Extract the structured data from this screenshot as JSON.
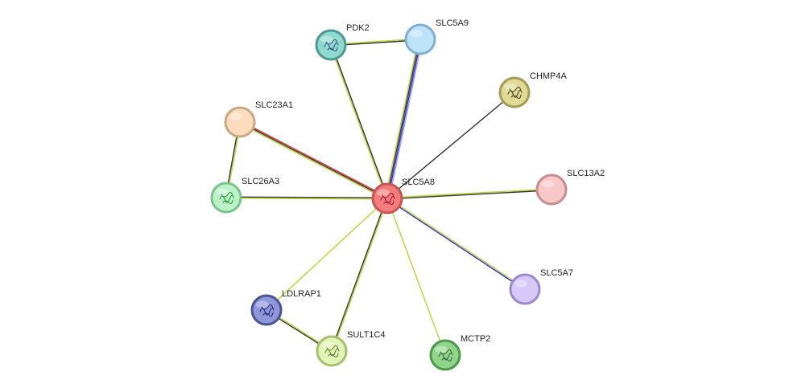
{
  "network": {
    "nodes": [
      {
        "id": "SLC5A8",
        "label": "SLC5A8",
        "fill": "#f47c7c",
        "stroke": "#c85353",
        "glyph": "protein-structure-icon",
        "glyph_color": "#9a1e3a"
      },
      {
        "id": "PDK2",
        "label": "PDK2",
        "fill": "#8fd9cf",
        "stroke": "#4a9a90",
        "glyph": "protein-structure-icon",
        "glyph_color": "#3b5a8a"
      },
      {
        "id": "SLC5A9",
        "label": "SLC5A9",
        "fill": "#bfe3f8",
        "stroke": "#7fb0d0",
        "glyph": "",
        "glyph_color": ""
      },
      {
        "id": "CHMP4A",
        "label": "CHMP4A",
        "fill": "#e0da96",
        "stroke": "#a29c55",
        "glyph": "protein-structure-icon",
        "glyph_color": "#4a4a2a"
      },
      {
        "id": "SLC23A1",
        "label": "SLC23A1",
        "fill": "#fddcbd",
        "stroke": "#c9a886",
        "glyph": "",
        "glyph_color": ""
      },
      {
        "id": "SLC26A3",
        "label": "SLC26A3",
        "fill": "#bdf2c9",
        "stroke": "#78c48a",
        "glyph": "protein-structure-icon",
        "glyph_color": "#2a9a3e"
      },
      {
        "id": "SLC13A2",
        "label": "SLC13A2",
        "fill": "#f8c8c8",
        "stroke": "#c88c8c",
        "glyph": "",
        "glyph_color": ""
      },
      {
        "id": "SLC5A7",
        "label": "SLC5A7",
        "fill": "#d6c8f8",
        "stroke": "#9d88cf",
        "glyph": "",
        "glyph_color": ""
      },
      {
        "id": "LDLRAP1",
        "label": "LDLRAP1",
        "fill": "#8e97d8",
        "stroke": "#4a5296",
        "glyph": "protein-structure-icon",
        "glyph_color": "#2a2f7a"
      },
      {
        "id": "SULT1C4",
        "label": "SULT1C4",
        "fill": "#e3f5b6",
        "stroke": "#a6c070",
        "glyph": "protein-structure-icon",
        "glyph_color": "#6a7a3a"
      },
      {
        "id": "MCTP2",
        "label": "MCTP2",
        "fill": "#8fd68a",
        "stroke": "#4a9a48",
        "glyph": "protein-structure-icon",
        "glyph_color": "#3a6a3a"
      }
    ],
    "edges": [
      {
        "source": "SLC5A8",
        "target": "PDK2",
        "colors": [
          "#b8d530",
          "#333333"
        ]
      },
      {
        "source": "SLC5A8",
        "target": "SLC5A9",
        "colors": [
          "#b8d530",
          "#333333",
          "#3030d8",
          "#a0a0ee"
        ]
      },
      {
        "source": "SLC5A8",
        "target": "CHMP4A",
        "colors": [
          "#333333"
        ]
      },
      {
        "source": "SLC5A8",
        "target": "SLC23A1",
        "colors": [
          "#b8d530",
          "#333333",
          "#e03030"
        ]
      },
      {
        "source": "SLC5A8",
        "target": "SLC26A3",
        "colors": [
          "#b8d530",
          "#333333"
        ]
      },
      {
        "source": "SLC5A8",
        "target": "SLC13A2",
        "colors": [
          "#b8d530",
          "#333333"
        ]
      },
      {
        "source": "SLC5A8",
        "target": "SLC5A7",
        "colors": [
          "#b8d530",
          "#3030d8"
        ]
      },
      {
        "source": "SLC5A8",
        "target": "LDLRAP1",
        "colors": [
          "#b8d530"
        ]
      },
      {
        "source": "SLC5A8",
        "target": "SULT1C4",
        "colors": [
          "#b8d530",
          "#333333"
        ]
      },
      {
        "source": "SLC5A8",
        "target": "MCTP2",
        "colors": [
          "#b8d530"
        ]
      },
      {
        "source": "PDK2",
        "target": "SLC5A9",
        "colors": [
          "#b8d530",
          "#333333"
        ]
      },
      {
        "source": "SLC23A1",
        "target": "SLC26A3",
        "colors": [
          "#b8d530",
          "#333333"
        ]
      },
      {
        "source": "LDLRAP1",
        "target": "SULT1C4",
        "colors": [
          "#b8d530",
          "#333333"
        ]
      }
    ]
  }
}
